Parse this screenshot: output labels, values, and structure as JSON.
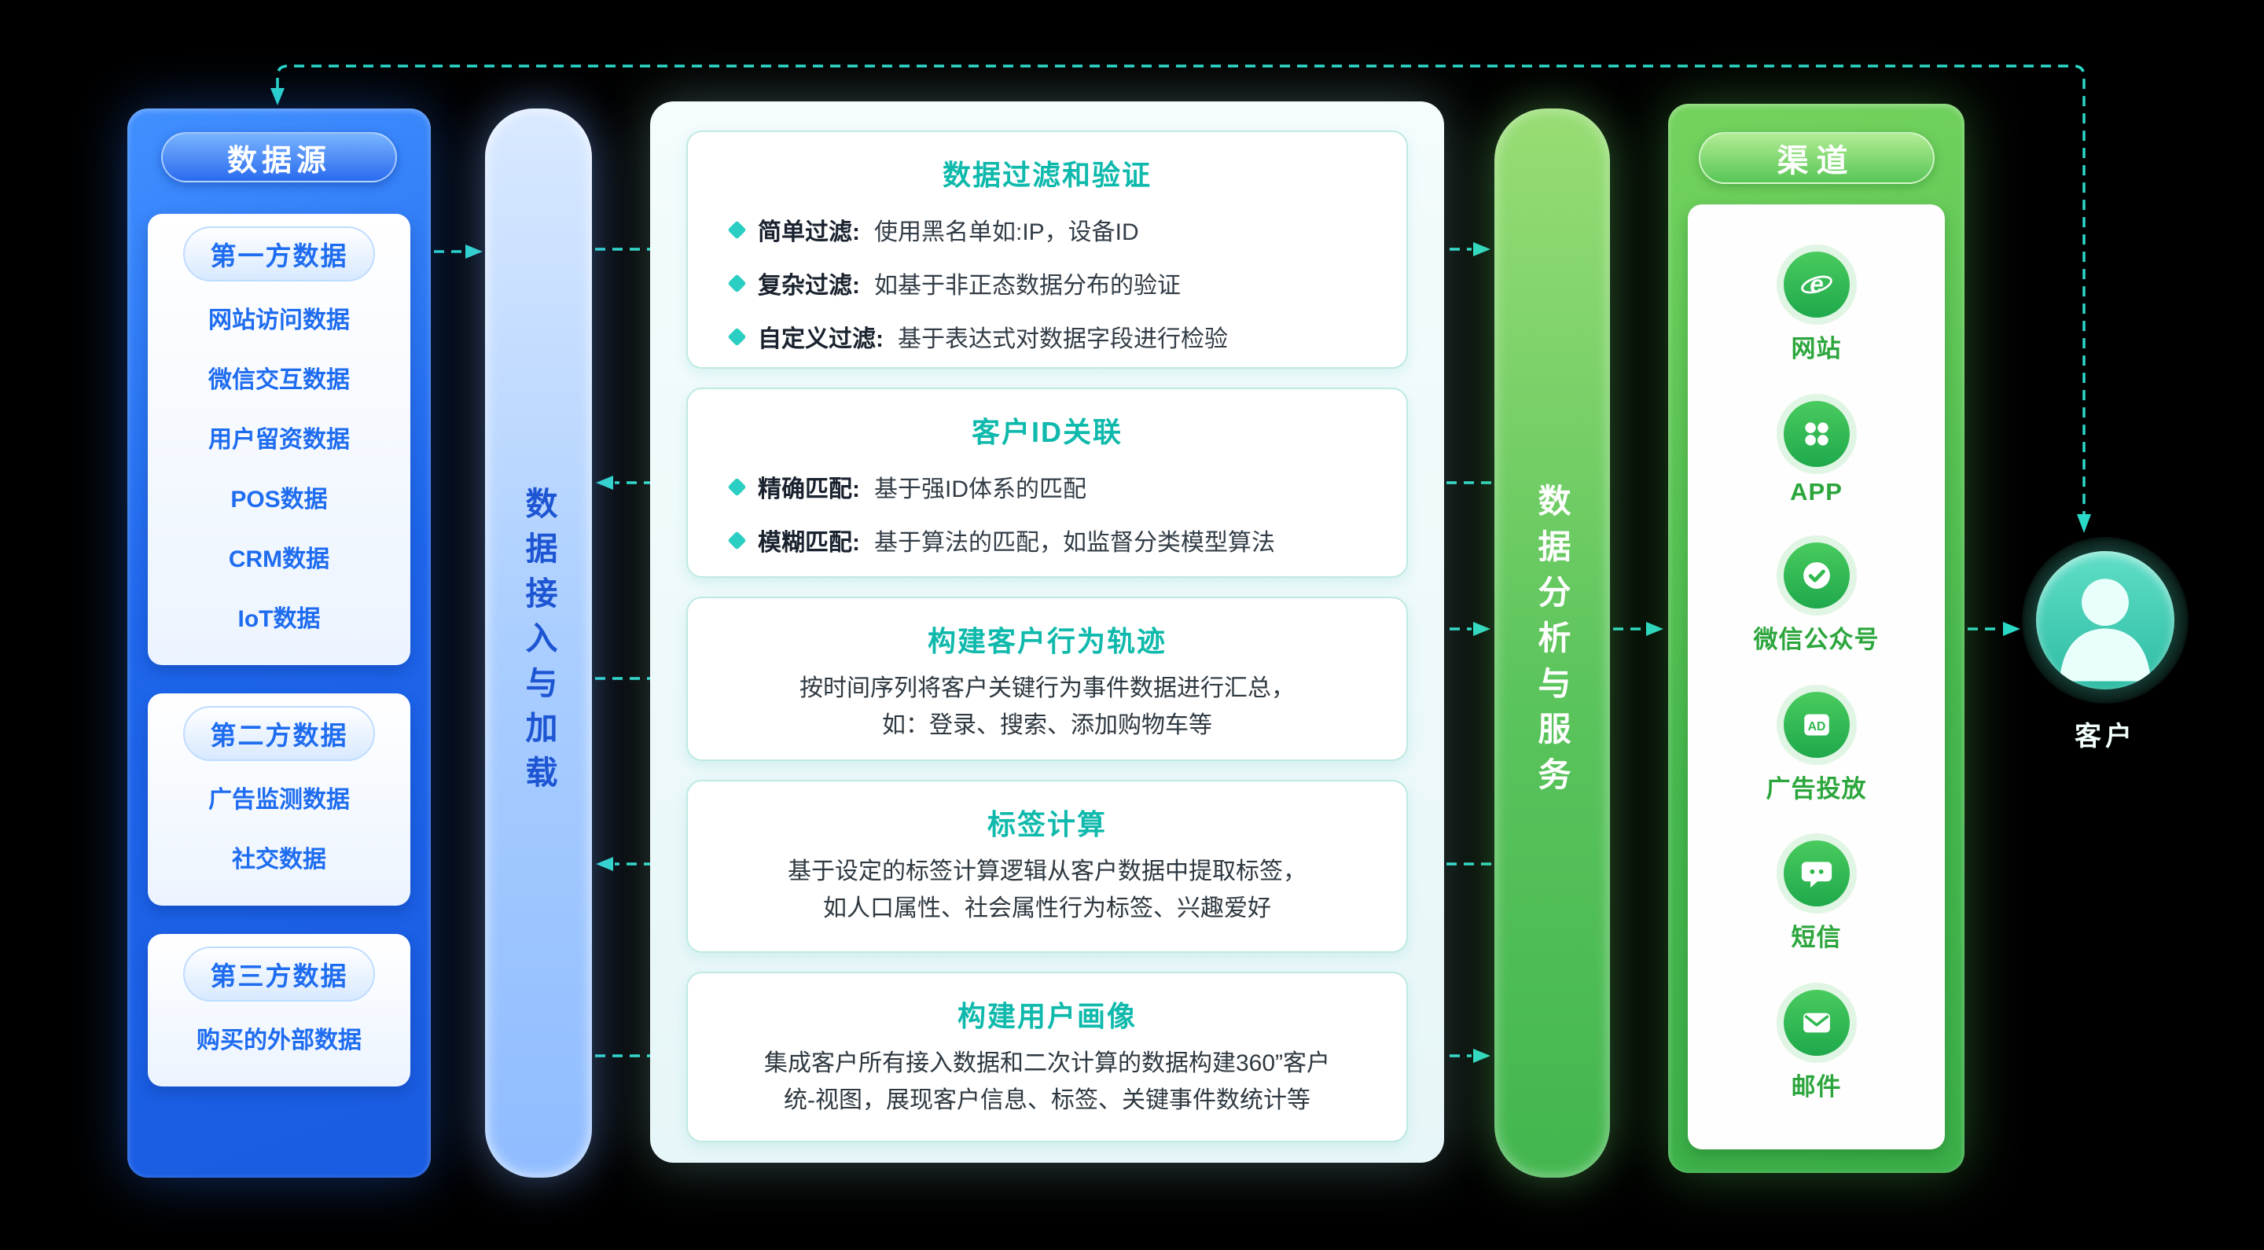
{
  "data_sources": {
    "title": "数据源",
    "groups": [
      {
        "title": "第一方数据",
        "items": [
          "网站访问数据",
          "微信交互数据",
          "用户留资数据",
          "POS数据",
          "CRM数据",
          "IoT数据"
        ]
      },
      {
        "title": "第二方数据",
        "items": [
          "广告监测数据",
          "社交数据"
        ]
      },
      {
        "title": "第三方数据",
        "items": [
          "购买的外部数据"
        ]
      }
    ]
  },
  "ingest_bar": {
    "label": "数据接入与加载"
  },
  "processing": {
    "boxes": [
      {
        "title": "数据过滤和验证",
        "bullets": [
          {
            "label": "简单过滤:",
            "text": "使用黑名单如:IP，设备ID"
          },
          {
            "label": "复杂过滤:",
            "text": "如基于非正态数据分布的验证"
          },
          {
            "label": "自定义过滤:",
            "text": "基于表达式对数据字段进行检验"
          }
        ]
      },
      {
        "title": "客户ID关联",
        "bullets": [
          {
            "label": "精确匹配:",
            "text": "基于强ID体系的匹配"
          },
          {
            "label": "模糊匹配:",
            "text": "基于算法的匹配，如监督分类模型算法"
          }
        ]
      },
      {
        "title": "构建客户行为轨迹",
        "line1": "按时间序列将客户关键行为事件数据进行汇总，",
        "line2": "如：登录、搜索、添加购物车等"
      },
      {
        "title": "标签计算",
        "line1": "基于设定的标签计算逻辑从客户数据中提取标签，",
        "line2": "如人口属性、社会属性行为标签、兴趣爱好"
      },
      {
        "title": "构建用户画像",
        "line1": "集成客户所有接入数据和二次计算的数据构建360”客户",
        "line2": "统-视图，展现客户信息、标签、关键事件数统计等"
      }
    ]
  },
  "analysis_bar": {
    "label": "数据分析与服务"
  },
  "channels": {
    "title": "渠道",
    "items": [
      {
        "icon": "browser-icon",
        "label": "网站",
        "badge": "e"
      },
      {
        "icon": "app-grid-icon",
        "label": "APP"
      },
      {
        "icon": "wechat-official-account-icon",
        "label": "微信公众号"
      },
      {
        "icon": "ad-badge-icon",
        "label": "广告投放",
        "badge": "AD"
      },
      {
        "icon": "sms-bubble-icon",
        "label": "短信"
      },
      {
        "icon": "email-envelope-icon",
        "label": "邮件"
      }
    ]
  },
  "customer": {
    "label": "客户"
  },
  "colors": {
    "accent_teal": "#2BD9C9",
    "blue": "#1E6CF0",
    "green": "#2FB84F"
  }
}
